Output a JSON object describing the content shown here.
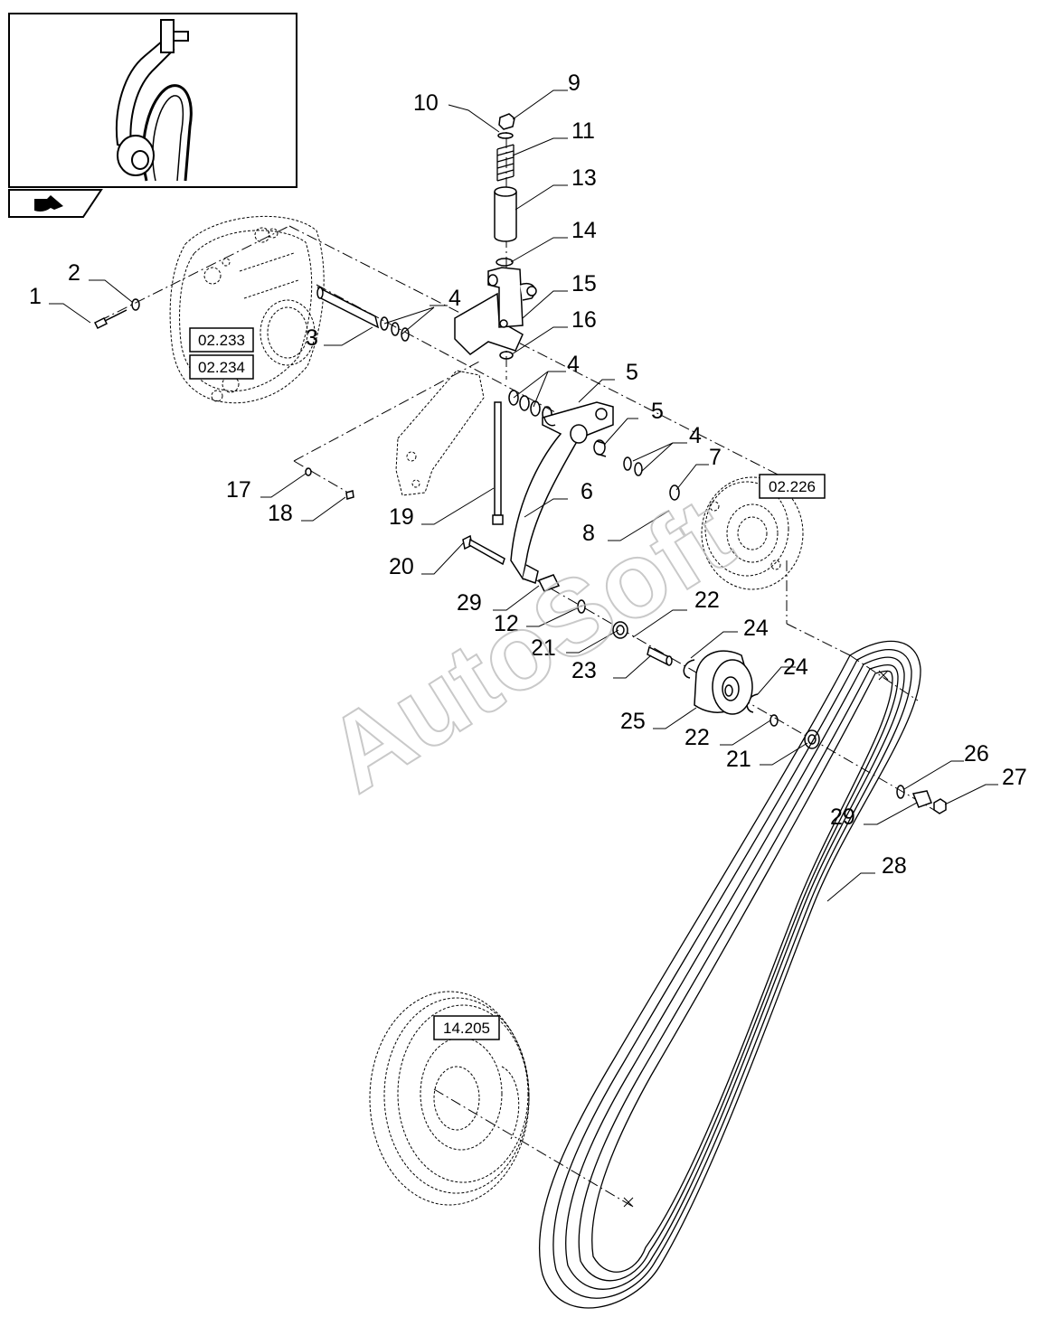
{
  "watermark": {
    "text": "AutoSoft"
  },
  "thumbnail": {
    "icon": "arrow-icon"
  },
  "references": [
    {
      "id": "ref-02233",
      "text": "02.233"
    },
    {
      "id": "ref-02234",
      "text": "02.234"
    },
    {
      "id": "ref-02226",
      "text": "02.226"
    },
    {
      "id": "ref-14205",
      "text": "14.205"
    }
  ],
  "callouts": [
    "1",
    "2",
    "3",
    "4",
    "4",
    "4",
    "5",
    "5",
    "6",
    "7",
    "8",
    "9",
    "10",
    "11",
    "12",
    "13",
    "14",
    "15",
    "16",
    "17",
    "18",
    "19",
    "20",
    "21",
    "21",
    "22",
    "22",
    "23",
    "24",
    "24",
    "25",
    "26",
    "27",
    "28",
    "29",
    "29"
  ]
}
